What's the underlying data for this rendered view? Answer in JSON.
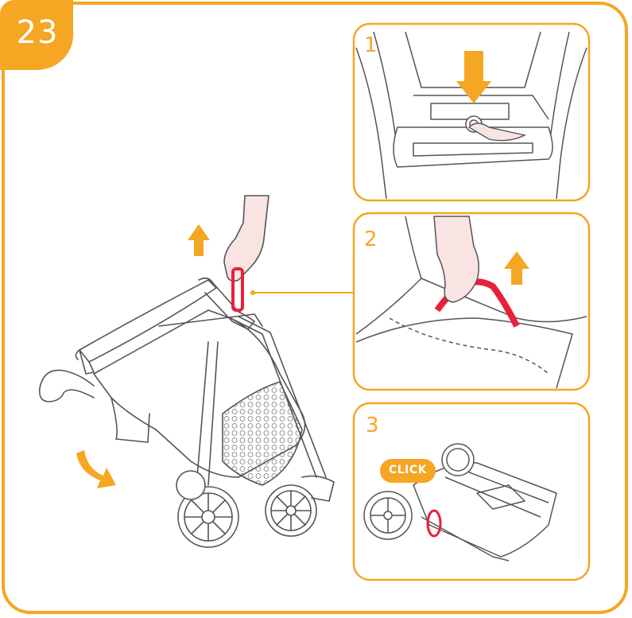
{
  "step": {
    "number": "23"
  },
  "panels": [
    {
      "number": "1"
    },
    {
      "number": "2"
    },
    {
      "number": "3",
      "callout": "CLICK"
    }
  ],
  "colors": {
    "accent": "#F5A623",
    "strap": "#E8203A",
    "skin": "#F9E3E3",
    "line": "#555555"
  },
  "icons": [
    "arrow-down-icon",
    "arrow-up-icon",
    "curved-arrow-icon"
  ]
}
